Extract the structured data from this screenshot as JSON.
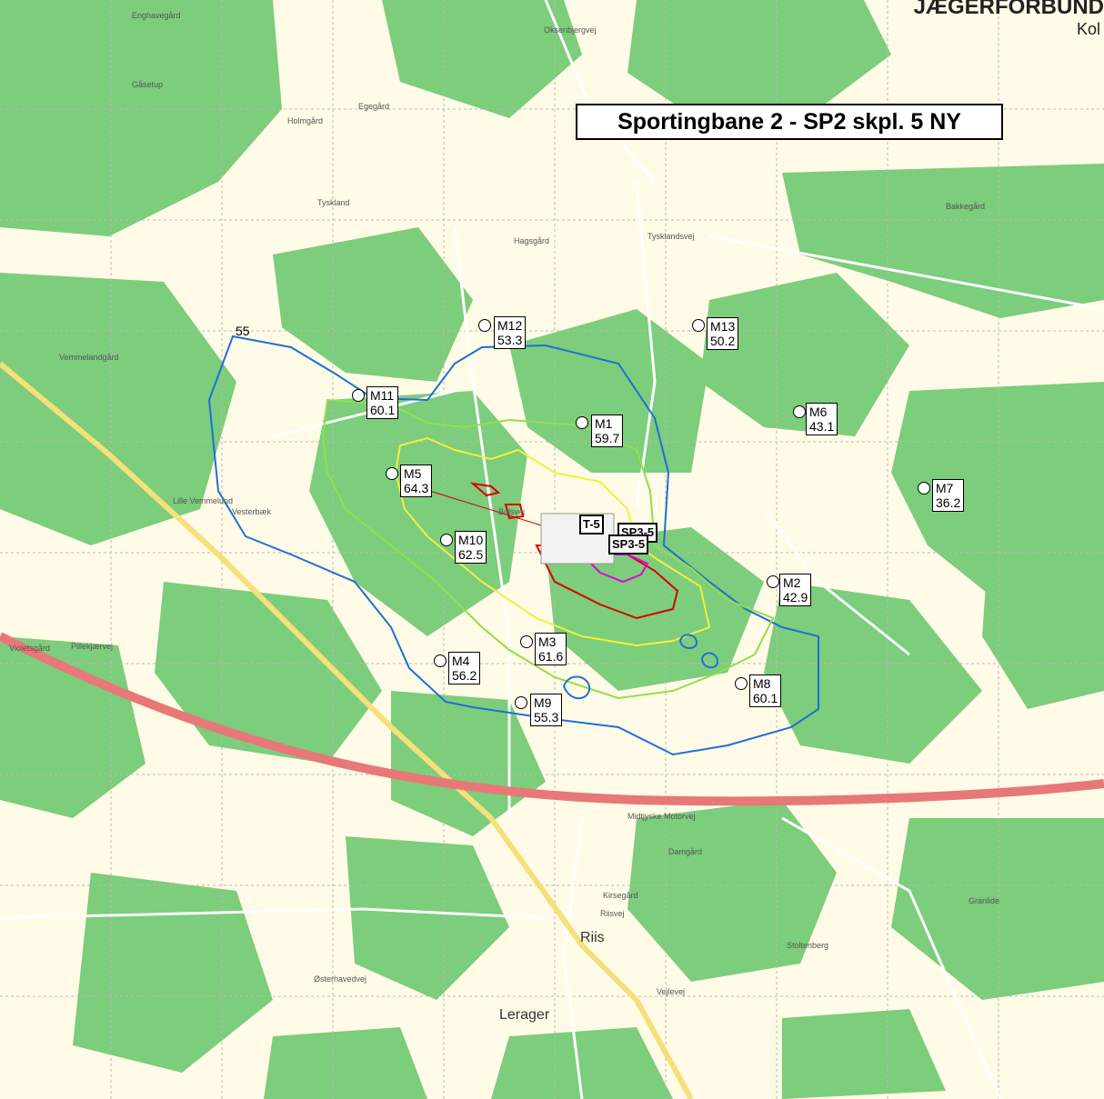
{
  "title": "Sportingbane 2 - SP2 skpl. 5 NY",
  "corner_text": "JÆGERFORBUND",
  "corner_kol": "Kol",
  "contour_label": "55",
  "colors": {
    "land": "#fffbe6",
    "forest": "#7ccd7c",
    "road_major": "#e87878",
    "road_secondary": "#f5e07a",
    "contour_blue": "#1f6fd6",
    "contour_green": "#8fe04a",
    "contour_yellow": "#f4ef3c",
    "contour_red": "#d80000",
    "contour_magenta": "#e000e0"
  },
  "points": [
    {
      "id": "M1",
      "value": "59.7"
    },
    {
      "id": "M2",
      "value": "42.9"
    },
    {
      "id": "M3",
      "value": "61.6"
    },
    {
      "id": "M4",
      "value": "56.2"
    },
    {
      "id": "M5",
      "value": "64.3"
    },
    {
      "id": "M6",
      "value": "43.1"
    },
    {
      "id": "M7",
      "value": "36.2"
    },
    {
      "id": "M8",
      "value": "60.1"
    },
    {
      "id": "M9",
      "value": "55.3"
    },
    {
      "id": "M10",
      "value": "62.5"
    },
    {
      "id": "M11",
      "value": "60.1"
    },
    {
      "id": "M12",
      "value": "53.3"
    },
    {
      "id": "M13",
      "value": "50.2"
    }
  ],
  "sources": [
    "T-5",
    "SP3-5",
    "SP3-5"
  ],
  "towns": [
    "Riis",
    "Lerager"
  ],
  "places": [
    "Enghavegård",
    "Oksenbjergvej",
    "Gåsetup",
    "Holmgård",
    "Egegård",
    "Tyskland",
    "Hagsgård",
    "Tysklandsvej",
    "Bakkegård",
    "Lille Vemmelund",
    "Vesterbæk",
    "Midtjyske Motorvej",
    "Damgård",
    "Kirsegård",
    "Stoltenberg",
    "Granlide",
    "Vejlevej",
    "Østerhavedvej",
    "Violetsgård",
    "Pillekjærvej",
    "Riisvej",
    "Bulsvej",
    "Vemmelandgård"
  ]
}
